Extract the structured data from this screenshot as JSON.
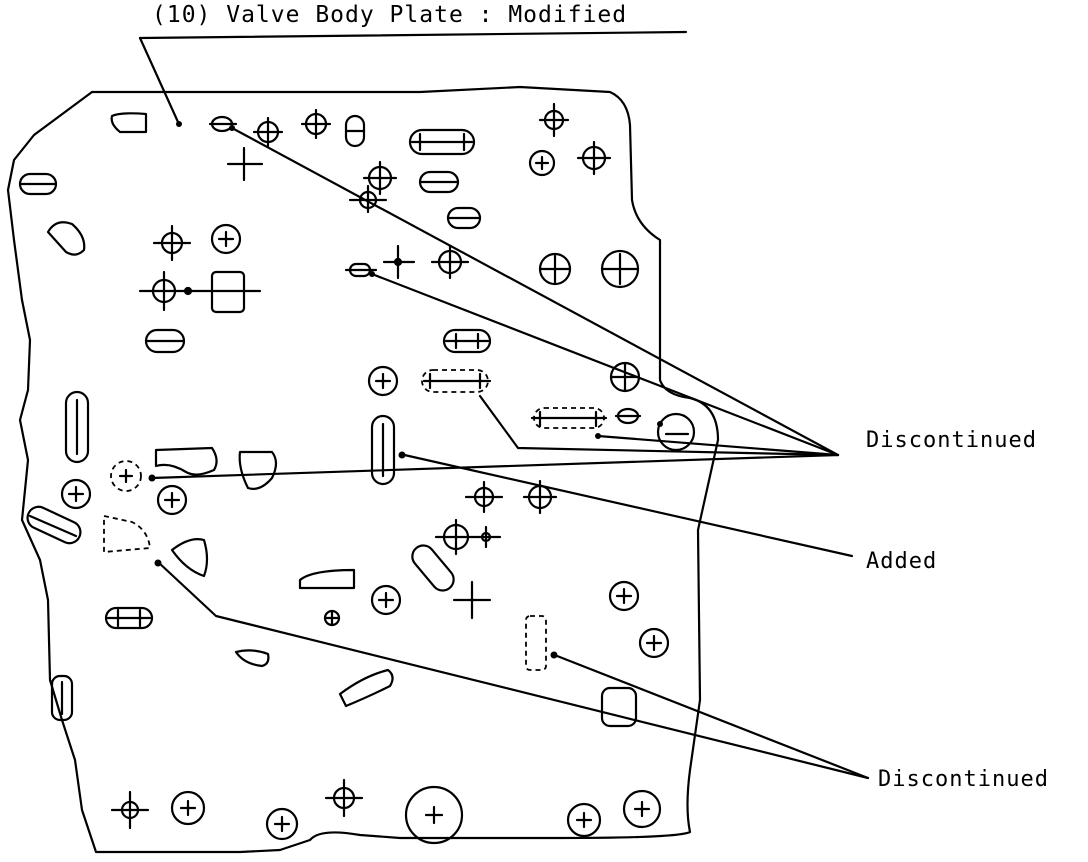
{
  "diagram": {
    "title": "(10) Valve Body Plate : Modified",
    "callouts": {
      "discontinued_upper": "Discontinued",
      "added": "Added",
      "discontinued_lower": "Discontinued"
    }
  }
}
